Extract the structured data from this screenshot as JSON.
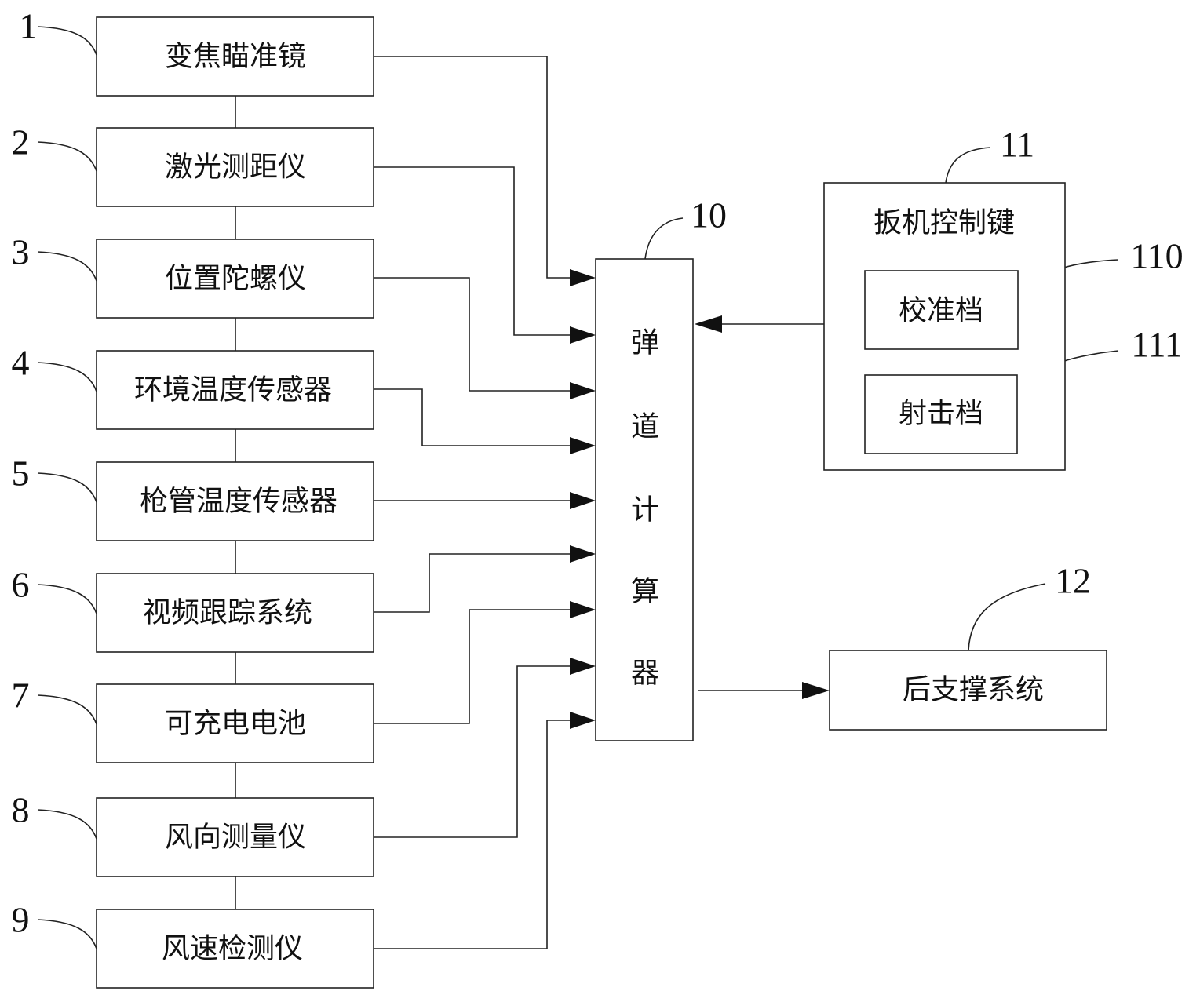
{
  "left_modules": [
    {
      "id": "1",
      "label": "变焦瞄准镜"
    },
    {
      "id": "2",
      "label": "激光测距仪"
    },
    {
      "id": "3",
      "label": "位置陀螺仪"
    },
    {
      "id": "4",
      "label": "环境温度传感器"
    },
    {
      "id": "5",
      "label": "枪管温度传感器"
    },
    {
      "id": "6",
      "label": "视频跟踪系统"
    },
    {
      "id": "7",
      "label": "可充电电池"
    },
    {
      "id": "8",
      "label": "风向测量仪"
    },
    {
      "id": "9",
      "label": "风速检测仪"
    }
  ],
  "calculator": {
    "id": "10",
    "chars": [
      "弹",
      "道",
      "计",
      "算",
      "器"
    ]
  },
  "trigger": {
    "id": "11",
    "label": "扳机控制键",
    "calibrate": {
      "id": "110",
      "label": "校准档"
    },
    "shoot": {
      "id": "111",
      "label": "射击档"
    }
  },
  "rear_support": {
    "id": "12",
    "label": "后支撑系统"
  }
}
